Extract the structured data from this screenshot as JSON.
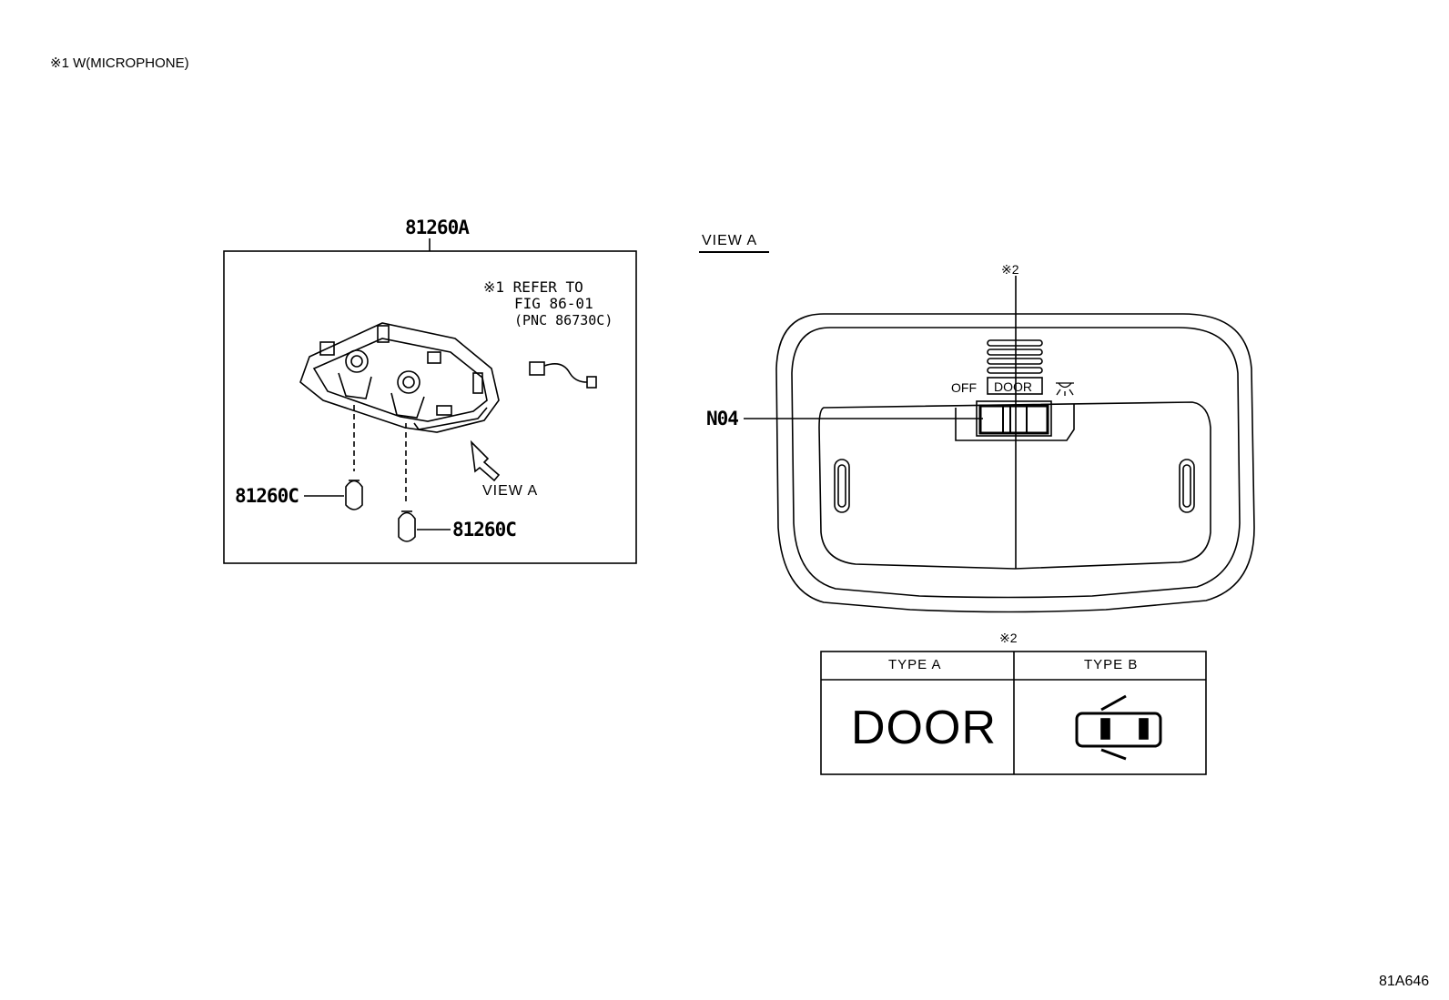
{
  "note": "※1 W(MICROPHONE)",
  "left_panel": {
    "title": "81260A",
    "refer": {
      "line1": "※1 REFER TO",
      "line2": "FIG 86-01",
      "line3": "(PNC 86730C)"
    },
    "view_label": "VIEW A",
    "bulb_left": "81260C",
    "bulb_right": "81260C"
  },
  "view_a": {
    "heading": "VIEW A",
    "marker": "※2",
    "switch_off": "OFF",
    "switch_door": "DOOR",
    "callout": "N04"
  },
  "type_table": {
    "marker": "※2",
    "headers": [
      "TYPE A",
      "TYPE B"
    ],
    "type_a_value": "DOOR",
    "type_b_icon": "car-door-icon"
  },
  "figure_id": "81A646"
}
